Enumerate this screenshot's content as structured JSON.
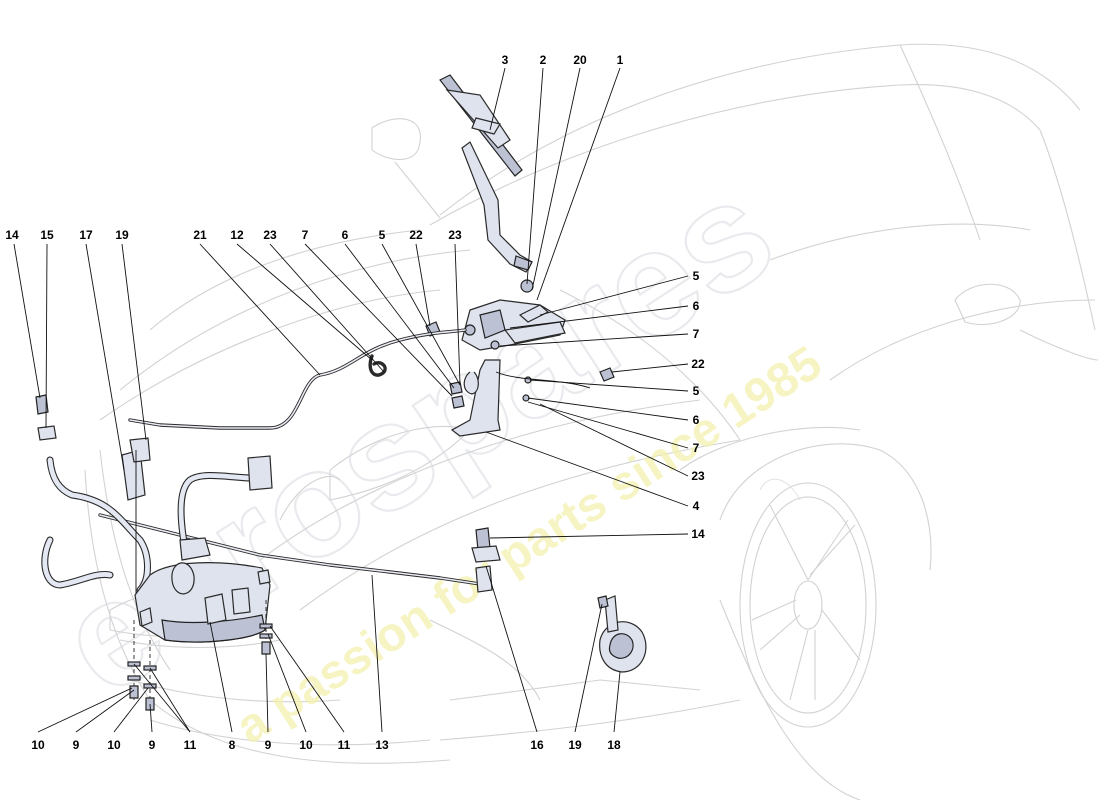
{
  "watermark": {
    "brand": "eurospares",
    "tagline": "a passion for parts since 1985"
  },
  "callouts": {
    "top": {
      "c3": "3",
      "c2": "2",
      "c20": "20",
      "c1": "1"
    },
    "upper_row": {
      "c14": "14",
      "c15": "15",
      "c17": "17",
      "c19": "19",
      "c21": "21",
      "c12": "12",
      "c23a": "23",
      "c7": "7",
      "c6": "6",
      "c5": "5",
      "c22": "22",
      "c23b": "23"
    },
    "right_column": {
      "r5a": "5",
      "r6a": "6",
      "r7a": "7",
      "r22": "22",
      "r5b": "5",
      "r6b": "6",
      "r7b": "7",
      "r23": "23",
      "r4": "4",
      "r14": "14"
    },
    "bottom_row": {
      "b10a": "10",
      "b9a": "9",
      "b10b": "10",
      "b9b": "9",
      "b11a": "11",
      "b8": "8",
      "b9c": "9",
      "b10c": "10",
      "b11b": "11",
      "b13": "13",
      "b16": "16",
      "b19": "19",
      "b18": "18"
    }
  }
}
